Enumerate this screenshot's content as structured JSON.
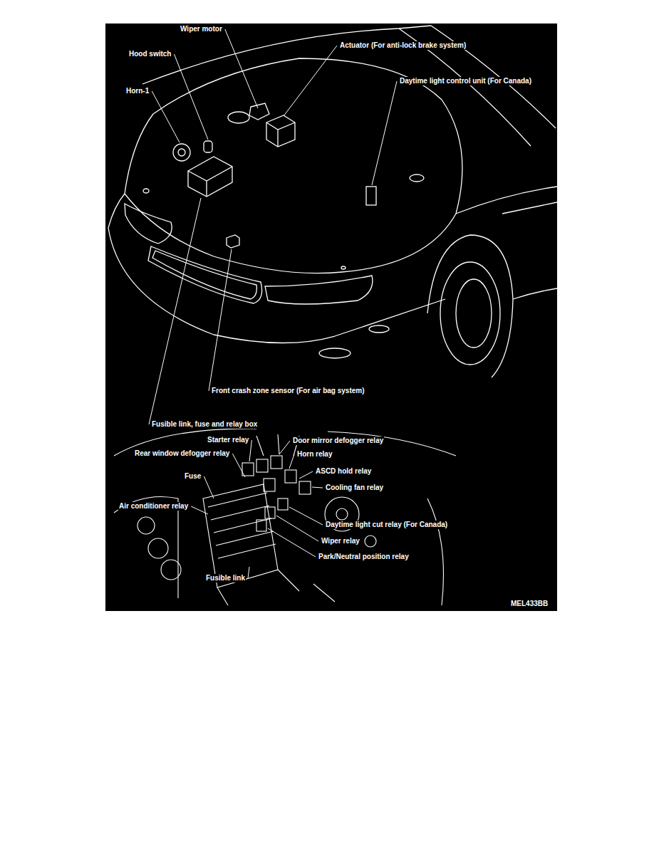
{
  "diagram": {
    "labels": [
      "Wiper motor",
      "Actuator (For anti-lock brake system)",
      "Hood switch",
      "Daytime light control unit (For Canada)",
      "Horn-1",
      "Front crash zone sensor (For air bag system)",
      "Fusible link, fuse and relay box",
      "Starter relay",
      "Door mirror defogger relay",
      "Horn relay",
      "Rear window defogger relay",
      "ASCD hold relay",
      "Fuse",
      "Cooling fan relay",
      "Air conditioner relay",
      "Daytime light cut relay (For Canada)",
      "Wiper relay",
      "Park/Neutral position relay",
      "Fusible link",
      "MEL433BB"
    ]
  }
}
